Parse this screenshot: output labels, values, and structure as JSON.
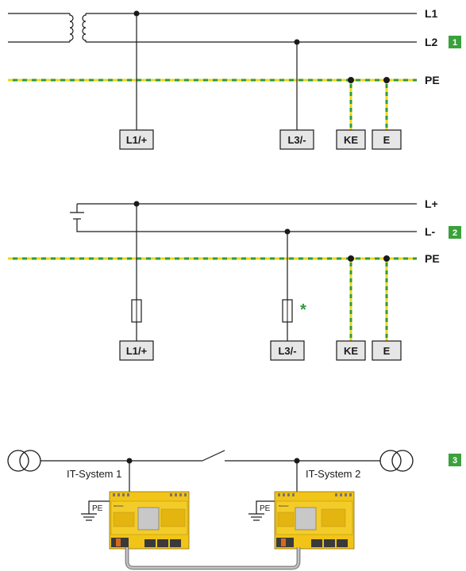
{
  "diagram1": {
    "badge": "1",
    "lines": {
      "l1": "L1",
      "l2": "L2",
      "pe": "PE"
    },
    "terminals": {
      "t1": "L1/+",
      "t2": "L3/-",
      "ke": "KE",
      "e": "E"
    }
  },
  "diagram2": {
    "badge": "2",
    "lines": {
      "lp": "L+",
      "lm": "L-",
      "pe": "PE"
    },
    "terminals": {
      "t1": "L1/+",
      "t2": "L3/-",
      "ke": "KE",
      "e": "E"
    },
    "asterisk": "*"
  },
  "diagram3": {
    "badge": "3",
    "system1": "IT-System 1",
    "system2": "IT-System 2",
    "pe1": "PE",
    "pe2": "PE",
    "device_brand": "BENDER"
  },
  "colors": {
    "line": "#1a1a1a",
    "pe_green": "#2e9a3c",
    "pe_yellow": "#e8d81e",
    "badge": "#3aa13c",
    "asterisk": "#2e9a3c",
    "terminal_fill": "#e6e6e6",
    "device_yellow": "#f2c418",
    "cable_gray": "#9a9a9a"
  }
}
